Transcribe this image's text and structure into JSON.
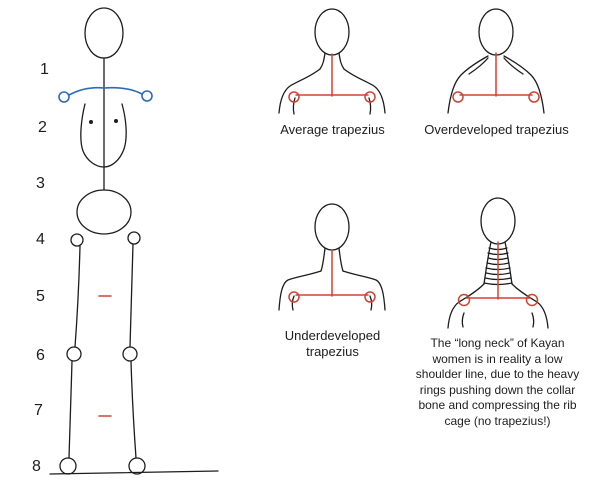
{
  "proportion_scale": {
    "numbers": [
      "1",
      "2",
      "3",
      "4",
      "5",
      "6",
      "7",
      "8"
    ]
  },
  "panels": {
    "average": {
      "label": "Average trapezius"
    },
    "overdeveloped": {
      "label": "Overdeveloped trapezius"
    },
    "underdeveloped": {
      "label": "Underdeveloped trapezius"
    },
    "kayan": {
      "caption": "The “long neck” of Kayan women is in reality a low shoulder line, due to the heavy rings pushing down the collar bone and compressing the rib cage (no trapezius!)"
    }
  },
  "colors": {
    "ink": "#1d1d1d",
    "accent_red": "#cf4431",
    "accent_blue": "#2d6cb5"
  }
}
